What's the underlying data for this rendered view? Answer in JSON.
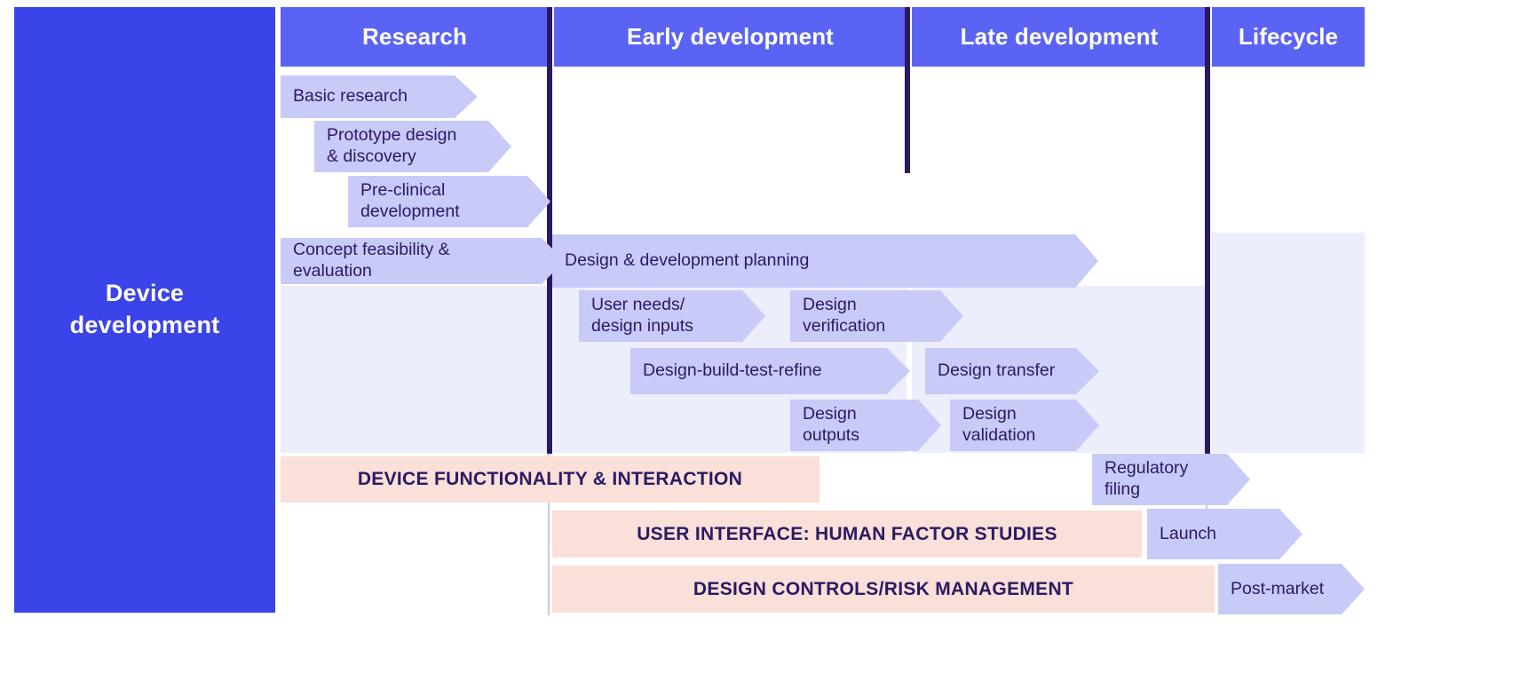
{
  "colors": {
    "brand_blue": "#3b44e8",
    "header_blue": "#5b63f5",
    "divider_navy": "#2b1a63",
    "chevron_lavender": "#c8caf8",
    "panel_lavender": "#edeefb",
    "band_peach": "#fae0d8",
    "text_navy": "#2b1a63",
    "text_white": "#ffffff"
  },
  "sidebar": {
    "title": "Device\ndevelopment"
  },
  "header": {
    "phases": [
      {
        "label": "Research"
      },
      {
        "label": "Early development"
      },
      {
        "label": "Late development"
      },
      {
        "label": "Lifecycle"
      }
    ]
  },
  "chevrons": [
    {
      "id": "basic-research",
      "label": "Basic research"
    },
    {
      "id": "prototype-design",
      "label": "Prototype design\n& discovery"
    },
    {
      "id": "pre-clinical-development",
      "label": "Pre-clinical\ndevelopment"
    },
    {
      "id": "concept-feasibility",
      "label": "Concept feasibility &\nevaluation"
    },
    {
      "id": "design-development-planning",
      "label": "Design & development planning"
    },
    {
      "id": "user-needs-design-inputs",
      "label": "User needs/\ndesign inputs"
    },
    {
      "id": "design-verification",
      "label": "Design\nverification"
    },
    {
      "id": "design-build-test-refine",
      "label": "Design-build-test-refine"
    },
    {
      "id": "design-transfer",
      "label": "Design transfer"
    },
    {
      "id": "design-outputs",
      "label": "Design\noutputs"
    },
    {
      "id": "design-validation",
      "label": "Design\nvalidation"
    },
    {
      "id": "regulatory-filing",
      "label": "Regulatory\nfiling"
    },
    {
      "id": "launch",
      "label": "Launch"
    },
    {
      "id": "post-market",
      "label": "Post-market"
    }
  ],
  "bands": [
    {
      "id": "device-functionality",
      "label": "DEVICE FUNCTIONALITY & INTERACTION"
    },
    {
      "id": "user-interface",
      "label": "USER INTERFACE: HUMAN FACTOR STUDIES"
    },
    {
      "id": "design-controls",
      "label": "DESIGN CONTROLS/RISK MANAGEMENT"
    }
  ]
}
